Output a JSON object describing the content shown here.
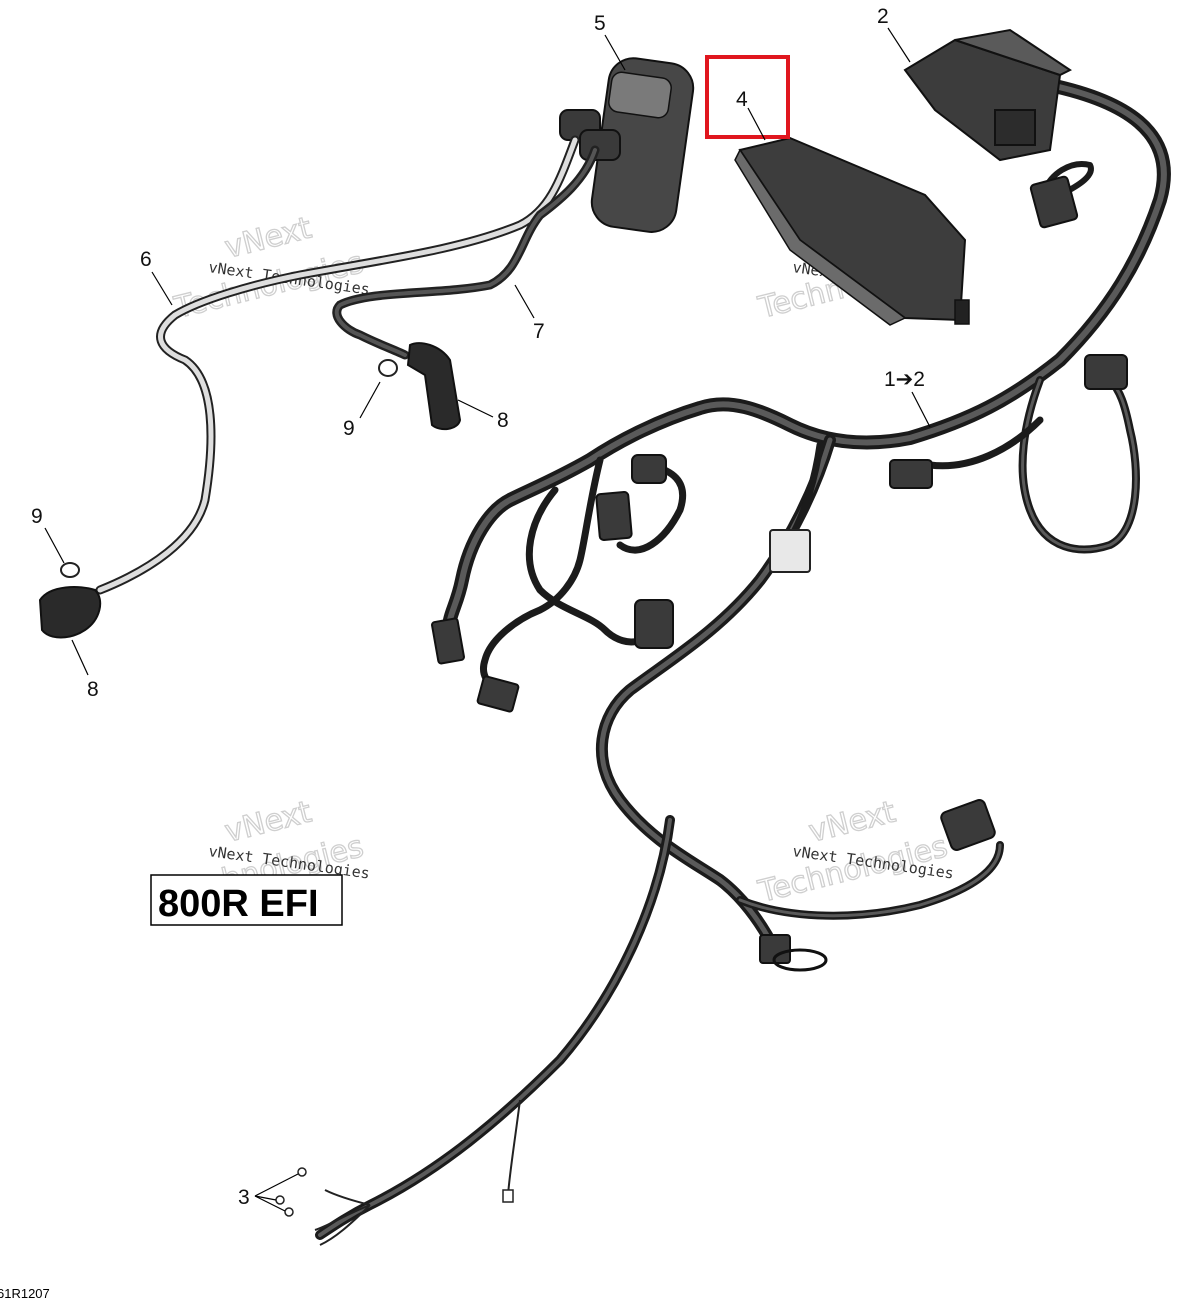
{
  "callouts": {
    "c1": "1➔2",
    "c2": "2",
    "c3": "3",
    "c4": "4",
    "c5": "5",
    "c6": "6",
    "c7": "7",
    "c8a": "8",
    "c8b": "8",
    "c9a": "9",
    "c9b": "9"
  },
  "model_label": "800R EFI",
  "diagram_code": "61R1207",
  "watermark": {
    "brand_big": "vNext",
    "brand_big2": "Technologies",
    "brand_small": "vNext Technologies"
  },
  "highlight_color": "#e0161e"
}
